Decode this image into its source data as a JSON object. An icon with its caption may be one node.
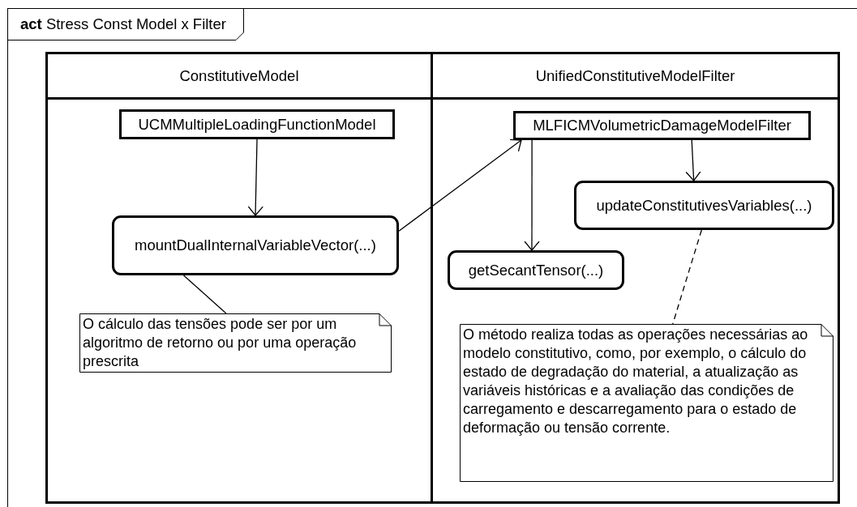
{
  "diagram": {
    "nodes": [
      {
        "text": [
          "**act** Stress Const Model x Filter"
        ]
      },
      {
        "text": [
          "ConstitutiveModel"
        ],
        "in": 0
      },
      {
        "text": [
          "UnifiedConstitutiveModelFilter"
        ],
        "in": 0
      },
      {
        "text": [
          "UCMMultipleLoadingFunctionModel"
        ],
        "in": 1
      },
      {
        "text": [
          "mountDualInternalVariableVector(...)"
        ],
        "in": 1
      },
      {
        "text": [
          "O cálculo das tensões pode ser por um algoritmo de retorno ou por uma operação prescrita"
        ],
        "in": 1
      },
      {
        "text": [
          "MLFICMVolumetricDamageModelFilter"
        ],
        "in": 2
      },
      {
        "text": [
          "getSecantTensor(...)"
        ],
        "in": 2
      },
      {
        "text": [
          "updateConstitutivesVariables(...)"
        ],
        "in": 2
      },
      {
        "text": [
          "O método realiza todas as operações necessárias ao modelo constitutivo, como, por exemplo, o cálculo do estado de degradação do material, a atualização as variáveis históricas e a avaliação das condições de carregamento e descarregamento para o estado de deformação ou tensão corrente."
        ],
        "in": 2
      }
    ],
    "edges": [
      {
        "from": 3,
        "to": 4,
        "arrow": "to"
      },
      {
        "from": 4,
        "to": 6,
        "arrow": "to"
      },
      {
        "from": 6,
        "to": 7,
        "arrow": "to"
      },
      {
        "from": 6,
        "to": 8,
        "arrow": "to"
      },
      {
        "from": 4,
        "to": 5,
        "arrow": "none"
      },
      {
        "from": 8,
        "to": 9,
        "arrow": "none",
        "style": "dashed"
      }
    ]
  }
}
